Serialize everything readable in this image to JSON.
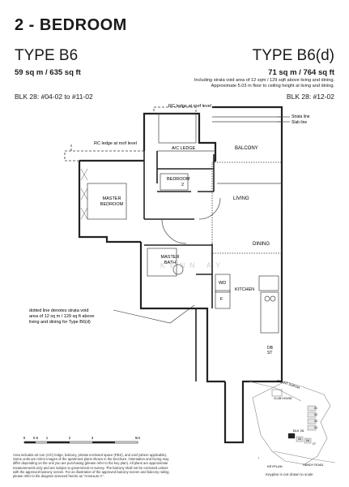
{
  "heading": "2 - BEDROOM",
  "left_unit": {
    "type": "TYPE B6",
    "area": "59 sq m / 635 sq ft",
    "blk": "BLK 28: #04-02 to #11-02"
  },
  "right_unit": {
    "type": "TYPE B6(d)",
    "area": "71 sq m / 764 sq ft",
    "note_line1": "Including strata void area of 12 sqm / 129 sqft above living and dining.",
    "note_line2": "Approximate 5.03 m floor to ceiling height at living and dining.",
    "blk": "BLK 28: #12-02"
  },
  "plan": {
    "rc_ledge_top": "RC ledge at roof level",
    "rc_ledge_left": "RC ledge at roof level",
    "strata_line": "Strata line",
    "slab_line": "Slab line",
    "ac_ledge": "A/C LEDGE",
    "balcony": "BALCONY",
    "bedroom2_l1": "BEDROOM",
    "bedroom2_l2": "2",
    "master_bedroom_l1": "MASTER",
    "master_bedroom_l2": "BEDROOM",
    "living": "LIVING",
    "dining": "DINING",
    "master_bath_l1": "MASTER",
    "master_bath_l2": "BATH",
    "wd": "WD",
    "fridge": "F",
    "kitchen": "KITCHEN",
    "db_l1": "DB",
    "db_l2": "ST",
    "watermark": "KENN    AY"
  },
  "void_note": {
    "line1": "dotted line denotes strata void",
    "line2": "area of 12 sq m / 129 sq ft above",
    "line3": "living and dining for Type B6(d)"
  },
  "scale": {
    "labels": [
      "0",
      "0.5",
      "1",
      "2",
      "3",
      "5m"
    ]
  },
  "disclaimer": {
    "line1": "Area includes air-con (A/C) ledge, balcony, private enclosed space (PES), and void (where applicable).",
    "line2": "Some units are mirror images of the apartment plans shown in the brochure. Orientation and facing may",
    "line3": "differ depending on the unit you are purchasing (please refer to the key plan). All plans are approximate",
    "line4": "measurements only and are subject to government re-survey. The balcony shall not be enclosed unless",
    "line5": "with the approved balcony screen. For an illustration of the approved balcony screen and balcony railing,",
    "line6": "please refer to the diagram annexed hereto as \"Annexure A\"."
  },
  "keyplan": {
    "road_top": "MOUNT SOPHIA",
    "club": "CLUB HOUSE",
    "blk_label": "BLK 28",
    "road_bottom": "HANDY ROAD",
    "key_label": "KEYPLAN",
    "caption": "Keyplan is not drawn to scale",
    "unit_numbers": [
      "01",
      "02",
      "03",
      "04",
      "05",
      "06",
      "07"
    ]
  }
}
